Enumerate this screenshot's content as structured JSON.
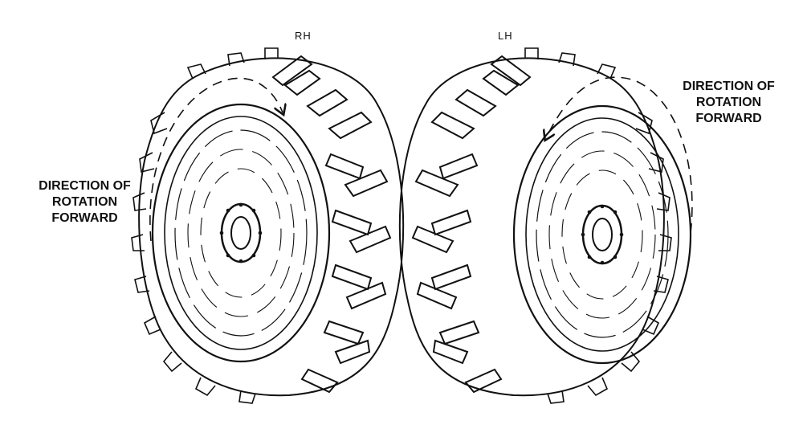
{
  "labels": {
    "rh": "RH",
    "lh": "LH"
  },
  "rotation_left": {
    "line1": "DIRECTION OF",
    "line2": "ROTATION",
    "line3": "FORWARD"
  },
  "rotation_right": {
    "line1": "DIRECTION OF",
    "line2": "ROTATION",
    "line3": "FORWARD"
  },
  "colors": {
    "ink": "#111111",
    "background": "#ffffff"
  }
}
